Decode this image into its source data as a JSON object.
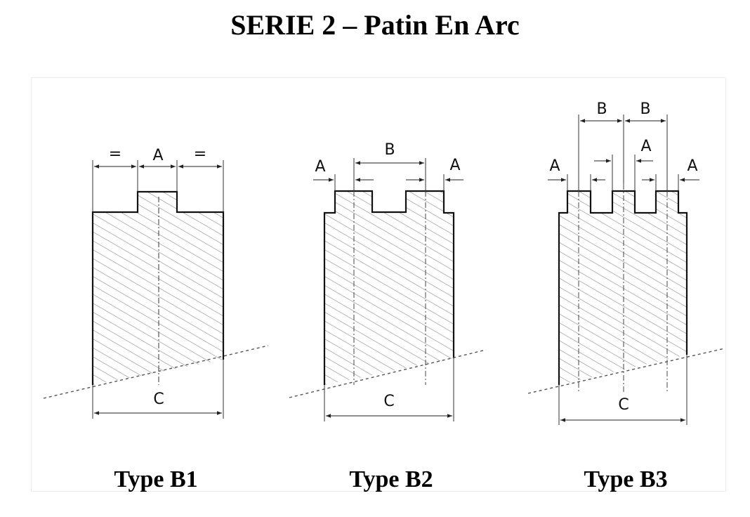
{
  "title": "SERIE 2 – Patin En Arc",
  "diagrams": [
    {
      "type_label": "Type B1",
      "dim_labels": {
        "eq_left": "=",
        "a": "A",
        "eq_right": "=",
        "c": "C"
      }
    },
    {
      "type_label": "Type B2",
      "dim_labels": {
        "a_left": "A",
        "b": "B",
        "a_right": "A",
        "c": "C"
      }
    },
    {
      "type_label": "Type B3",
      "dim_labels": {
        "b_left": "B",
        "b_right": "B",
        "a_center": "A",
        "a_left": "A",
        "a_right": "A",
        "c": "C"
      }
    }
  ]
}
